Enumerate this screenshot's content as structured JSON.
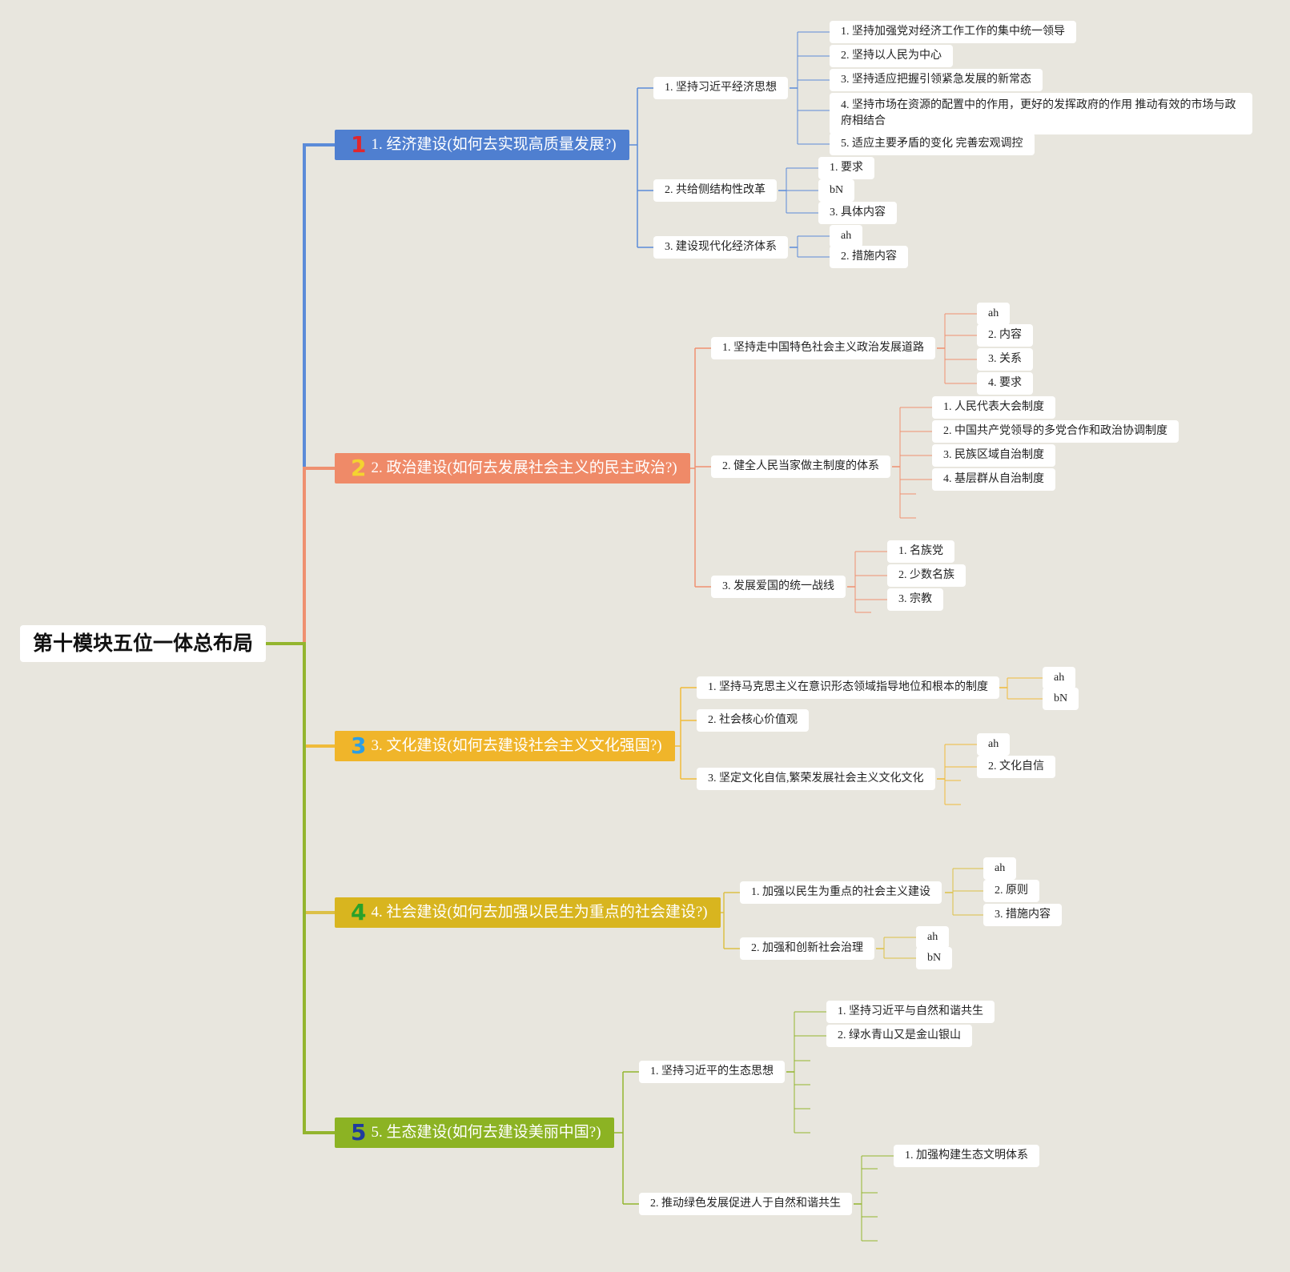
{
  "root": "第十模块五位一体总布局",
  "colors": {
    "economy": "#4f7fd0",
    "politics": "#ef8a68",
    "culture": "#f0b52a",
    "society": "#d8b51f",
    "ecology": "#8cb323",
    "lines": {
      "economy": "#5b8bd8",
      "politics": "#ef9070",
      "culture": "#f0bb3a",
      "society": "#dcc047",
      "ecology": "#93b52e"
    }
  },
  "branches": [
    {
      "badge": "1",
      "label": "1. 经济建设(如何去实现高质量发展?)",
      "children": [
        {
          "label": "1. 坚持习近平经济思想",
          "children": [
            "1. 坚持加强党对经济工作工作的集中统一领导",
            "2. 坚持以人民为中心",
            "3. 坚持适应把握引领紧急发展的新常态",
            "4. 坚持市场在资源的配置中的作用，更好的发挥政府的作用 推动有效的市场与政府相结合",
            "5. 适应主要矛盾的变化 完善宏观调控"
          ]
        },
        {
          "label": "2. 共给侧结构性改革",
          "children": [
            "1. 要求",
            "bN",
            "3. 具体内容"
          ]
        },
        {
          "label": "3. 建设现代化经济体系",
          "children": [
            "ah",
            "2. 措施内容"
          ]
        }
      ]
    },
    {
      "badge": "2",
      "label": "2. 政治建设(如何去发展社会主义的民主政治?)",
      "children": [
        {
          "label": "1. 坚持走中国特色社会主义政治发展道路",
          "children": [
            "ah",
            "2. 内容",
            "3. 关系",
            "4. 要求"
          ]
        },
        {
          "label": "2. 健全人民当家做主制度的体系",
          "children": [
            "1. 人民代表大会制度",
            "2. 中国共产党领导的多党合作和政治协调制度",
            "3. 民族区域自治制度",
            "4. 基层群从自治制度"
          ]
        },
        {
          "label": "3. 发展爱国的统一战线",
          "children": [
            "1. 名族党",
            "2. 少数名族",
            "3. 宗教"
          ]
        }
      ]
    },
    {
      "badge": "3",
      "label": "3. 文化建设(如何去建设社会主义文化强国?)",
      "children": [
        {
          "label": "1. 坚持马克思主义在意识形态领域指导地位和根本的制度",
          "children": [
            "ah",
            "bN"
          ]
        },
        {
          "label": "2. 社会核心价值观",
          "children": []
        },
        {
          "label": "3. 坚定文化自信,繁荣发展社会主义文化文化",
          "children": [
            "ah",
            "2. 文化自信"
          ]
        }
      ]
    },
    {
      "badge": "4",
      "label": "4. 社会建设(如何去加强以民生为重点的社会建设?)",
      "children": [
        {
          "label": "1. 加强以民生为重点的社会主义建设",
          "children": [
            "ah",
            "2. 原则",
            "3. 措施内容"
          ]
        },
        {
          "label": "2. 加强和创新社会治理",
          "children": [
            "ah",
            "bN"
          ]
        }
      ]
    },
    {
      "badge": "5",
      "label": "5. 生态建设(如何去建设美丽中国?)",
      "children": [
        {
          "label": "1. 坚持习近平的生态思想",
          "children": [
            "1. 坚持习近平与自然和谐共生",
            "2. 绿水青山又是金山银山"
          ]
        },
        {
          "label": "2. 推动绿色发展促进人于自然和谐共生",
          "children": [
            "1. 加强构建生态文明体系"
          ]
        }
      ]
    }
  ]
}
